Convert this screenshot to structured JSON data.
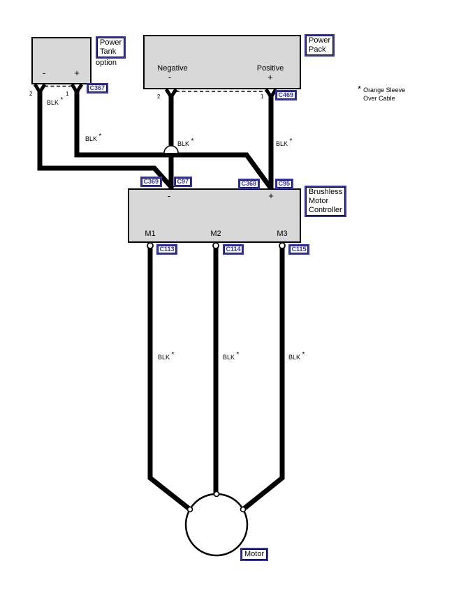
{
  "colors": {
    "accent_blue": "#3232b0",
    "box_fill": "#d8d8d8",
    "wire": "#000000"
  },
  "note": {
    "asterisk": "*",
    "text": "Orange Sleeve\nOver Cable"
  },
  "power_tank": {
    "label": "Power\nTank",
    "option_text": "option",
    "minus": "-",
    "plus": "+",
    "pin_left": "2",
    "pin_right": "1"
  },
  "power_pack": {
    "label": "Power\nPack",
    "negative": "Negative",
    "positive": "Positive",
    "minus": "-",
    "plus": "+",
    "pin_left": "2",
    "pin_right": "1"
  },
  "controller": {
    "label": "Brushless\nMotor\nController",
    "minus": "-",
    "plus": "+",
    "m1": "M1",
    "m2": "M2",
    "m3": "M3"
  },
  "motor": {
    "label": "Motor"
  },
  "connectors": {
    "c367": "C367",
    "c469": "C469",
    "c369": "C369",
    "c97": "C97",
    "c368": "C368",
    "c95": "C95",
    "c113": "C113",
    "c114": "C114",
    "c115": "C115"
  },
  "wire_label": {
    "text": "BLK",
    "asterisk": "*"
  }
}
